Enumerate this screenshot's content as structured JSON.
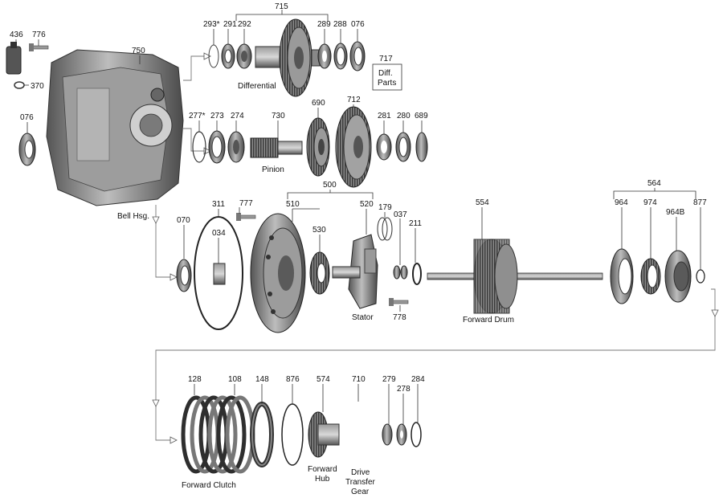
{
  "parts": {
    "p436": "436",
    "p776": "776",
    "p370": "370",
    "p076a": "076",
    "p750": "750",
    "p293": "293*",
    "p291": "291",
    "p292": "292",
    "p715": "715",
    "p289": "289",
    "p288": "288",
    "p076b": "076",
    "p717": "717",
    "p277": "277*",
    "p273": "273",
    "p274": "274",
    "p730": "730",
    "p690": "690",
    "p712": "712",
    "p281": "281",
    "p280": "280",
    "p689": "689",
    "p500": "500",
    "p311": "311",
    "p777": "777",
    "p510": "510",
    "p520": "520",
    "p179": "179",
    "p037": "037",
    "p211": "211",
    "p530": "530",
    "p034": "034",
    "p070": "070",
    "p778": "778",
    "p554": "554",
    "p564": "564",
    "p964": "964",
    "p974": "974",
    "p964b": "964B",
    "p877": "877",
    "p128": "128",
    "p108": "108",
    "p148": "148",
    "p876": "876",
    "p574": "574",
    "p710": "710",
    "p279": "279",
    "p278": "278",
    "p284": "284"
  },
  "captions": {
    "differential": "Differential",
    "diff_parts_line1": "Diff.",
    "diff_parts_line2": "Parts",
    "pinion": "Pinion",
    "bell_hsg": "Bell Hsg.",
    "stator": "Stator",
    "forward_drum": "Forward Drum",
    "forward_clutch": "Forward Clutch",
    "forward_hub_line1": "Forward",
    "forward_hub_line2": "Hub",
    "drive_transfer_line1": "Drive",
    "drive_transfer_line2": "Transfer",
    "drive_transfer_line3": "Gear"
  },
  "colors": {
    "metal_dark": "#3a3a3a",
    "metal_mid": "#8a8a8a",
    "metal_light": "#cfcfcf",
    "background": "#ffffff"
  }
}
